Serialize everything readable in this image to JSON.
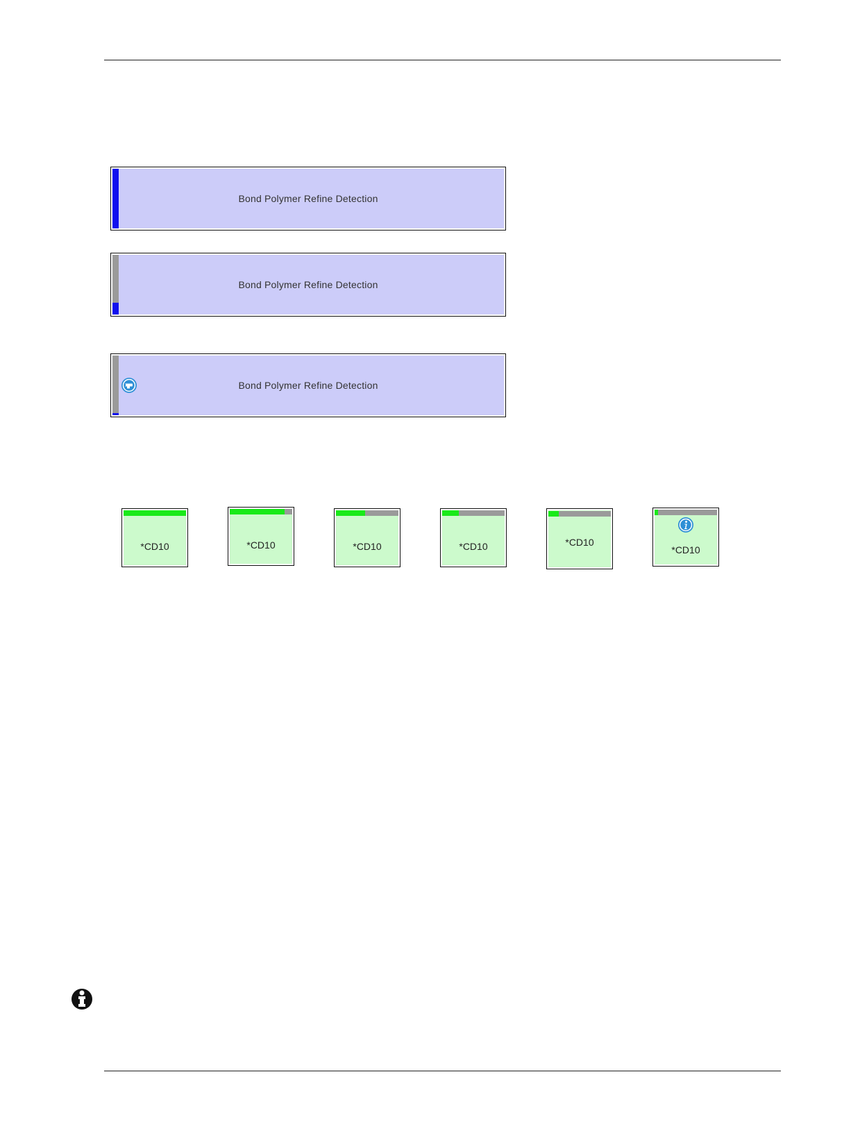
{
  "colors": {
    "reagent_background": "#ccccf9",
    "reagent_level": "#1010ee",
    "level_track": "#9a9a9a",
    "tile_background": "#ccfacc",
    "tile_level": "#19ea19",
    "icon_blue": "#2e8fd6"
  },
  "reagents": [
    {
      "label": "Bond Polymer Refine Detection",
      "level_fraction": 1.0,
      "icon": null
    },
    {
      "label": "Bond Polymer Refine Detection",
      "level_fraction": 0.2,
      "icon": null
    },
    {
      "label": "Bond Polymer Refine Detection",
      "level_fraction": 0.04,
      "icon": "dispense-status-icon"
    }
  ],
  "tiles": [
    {
      "label": "*CD10",
      "level_fraction": 1.0,
      "icon": null
    },
    {
      "label": "*CD10",
      "level_fraction": 0.88,
      "icon": null
    },
    {
      "label": "*CD10",
      "level_fraction": 0.47,
      "icon": null
    },
    {
      "label": "*CD10",
      "level_fraction": 0.27,
      "icon": null
    },
    {
      "label": "*CD10",
      "level_fraction": 0.17,
      "icon": null
    },
    {
      "label": "*CD10",
      "level_fraction": 0.05,
      "icon": "info-icon"
    }
  ],
  "note": {
    "icon": "note-info-icon"
  }
}
